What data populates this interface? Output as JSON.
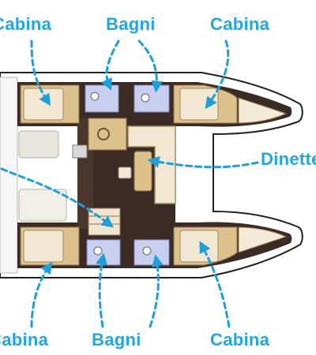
{
  "labels": {
    "cabina_top_left": "Cabina",
    "bagni_top": "Bagni",
    "cabina_top_right": "Cabina",
    "dinette": "Dinette",
    "cabina_bottom_left": "Cabina",
    "bagni_bottom": "Bagni",
    "cabina_bottom_right": "Cabina"
  },
  "colors": {
    "label": "#23a6df",
    "arrow": "#1f9fd9",
    "floor_dark": "#3c2b24",
    "wood": "#dcc18c",
    "bathroom": "#c9cff0",
    "hull_outline": "#222222"
  }
}
